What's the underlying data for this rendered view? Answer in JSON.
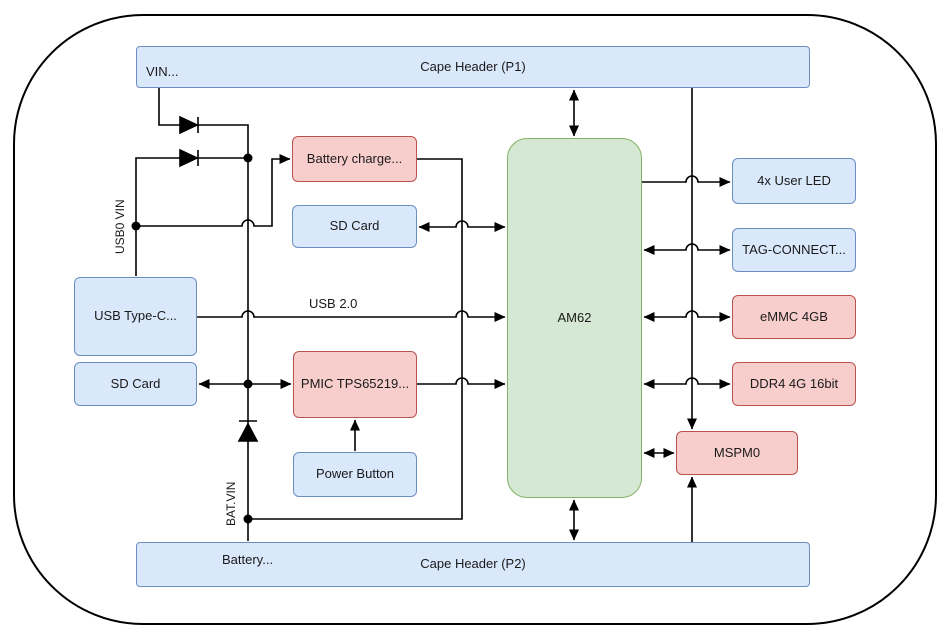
{
  "colors": {
    "blue_fill": "#dae8fc",
    "blue_border": "#6c8ebf",
    "red_fill": "#f8cecc",
    "red_border": "#b85450",
    "green_fill": "#d5e8d4",
    "green_border": "#82b366",
    "line": "#000000"
  },
  "headers": {
    "p1": "Cape Header (P1)",
    "p2": "Cape Header (P2)"
  },
  "nodes": {
    "am62": "AM62",
    "battery_charger": "Battery charge...",
    "sd_card_mid": "SD Card",
    "usb_type_c": "USB Type-C...",
    "sd_card_left": "SD Card",
    "pmic": "PMIC TPS65219...",
    "power_button": "Power Button",
    "user_led": "4x User LED",
    "tag_connect": "TAG-CONNECT...",
    "emmc": "eMMC 4GB",
    "ddr4": "DDR4 4G 16bit",
    "mspm0": "MSPM0"
  },
  "edge_labels": {
    "vin": "VIN...",
    "usb0_vin": "USB0 VIN",
    "usb_2_0": "USB 2.0",
    "bat_vin": "BAT.VIN",
    "battery": "Battery..."
  }
}
